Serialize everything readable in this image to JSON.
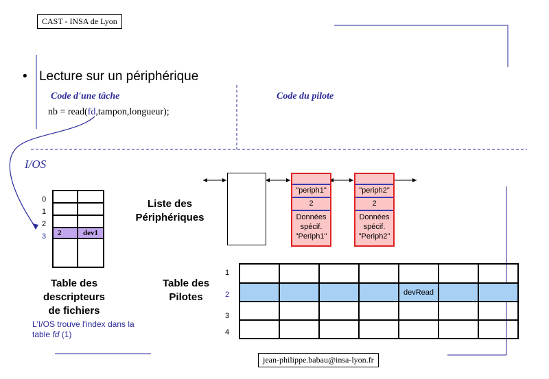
{
  "header": {
    "org_label": "CAST - INSA de Lyon"
  },
  "slide": {
    "bullet_title": "Lecture sur un périphérique",
    "code_task_label": "Code d'une tâche",
    "code_driver_label": "Code du pilote",
    "code_line": {
      "prefix": "nb = read(",
      "arg_fd": "fd",
      "suffix": ",tampon,longueur);"
    },
    "io_label": "I/OS"
  },
  "fd_table": {
    "row_indices": [
      "0",
      "1",
      "2",
      "3"
    ],
    "highlight_row": {
      "index": "3",
      "value": "2",
      "device": "dev1"
    },
    "title_lines": [
      "Table des",
      "descripteurs",
      "de fichiers"
    ],
    "note_line1": "L'I/OS trouve l'index dans la",
    "note_line2_prefix": "table ",
    "note_line2_var": "fd",
    "note_line2_suffix": " (1)"
  },
  "device_list": {
    "title_lines": [
      "Liste des",
      "Périphériques"
    ],
    "devices": [
      {
        "name": "\"periph1\"",
        "index": "2",
        "data_lines": [
          "Données",
          "spécif.",
          "\"Periph1\""
        ]
      },
      {
        "name": "\"periph2\"",
        "index": "2",
        "data_lines": [
          "Données",
          "spécif.",
          "\"Periph2\""
        ]
      }
    ]
  },
  "driver_table": {
    "title_lines": [
      "Table des",
      "Pilotes"
    ],
    "row_labels": [
      "1",
      "2",
      "3",
      "4"
    ],
    "highlight_row_label": "2",
    "highlight_cell_text": "devRead",
    "highlight_color": "#a7d0f4"
  },
  "footer": {
    "email": "jean-philippe.babau@insa-lyon.fr"
  },
  "colors": {
    "accent_blue": "#2a2a9a",
    "periph_fill": "#fcc6c6",
    "periph_border": "#e02020"
  }
}
